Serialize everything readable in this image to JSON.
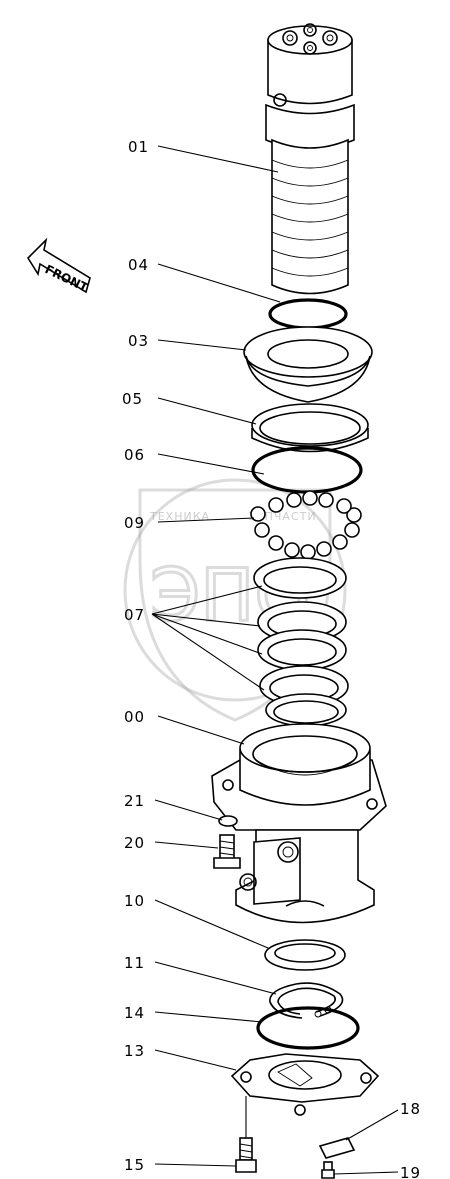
{
  "direction_label": "FRONT",
  "watermark": {
    "text_top_left": "ТЕХНИКА",
    "text_top_right": "ЗАПЧАСТИ",
    "logo": "ЭПО"
  },
  "parts": [
    {
      "id": "01",
      "label": "01"
    },
    {
      "id": "04",
      "label": "04"
    },
    {
      "id": "03",
      "label": "03"
    },
    {
      "id": "05",
      "label": "05"
    },
    {
      "id": "06",
      "label": "06"
    },
    {
      "id": "09",
      "label": "09"
    },
    {
      "id": "07",
      "label": "07"
    },
    {
      "id": "00",
      "label": "00"
    },
    {
      "id": "21",
      "label": "21"
    },
    {
      "id": "20",
      "label": "20"
    },
    {
      "id": "10",
      "label": "10"
    },
    {
      "id": "11",
      "label": "11"
    },
    {
      "id": "14",
      "label": "14"
    },
    {
      "id": "13",
      "label": "13"
    },
    {
      "id": "15",
      "label": "15"
    },
    {
      "id": "18",
      "label": "18"
    },
    {
      "id": "19",
      "label": "19"
    }
  ],
  "icons": [
    "front-arrow-icon",
    "watermark-logo-icon"
  ]
}
